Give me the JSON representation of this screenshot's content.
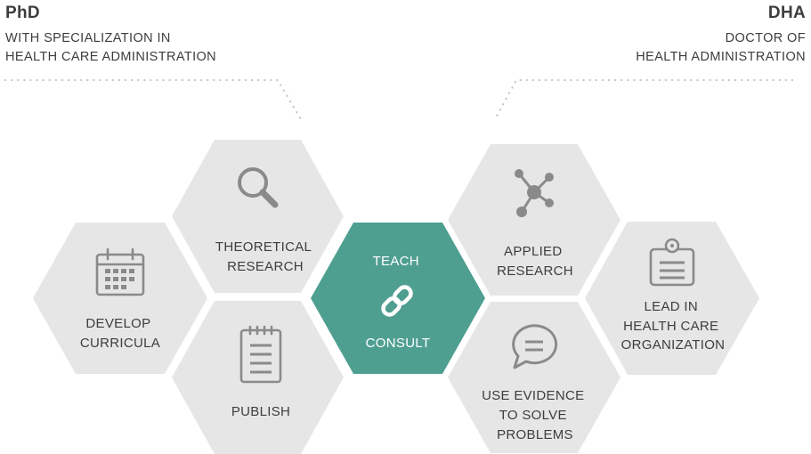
{
  "left_program": {
    "title": "PhD",
    "lines": [
      "WITH SPECIALIZATION IN",
      "HEALTH CARE ADMINISTRATION"
    ]
  },
  "right_program": {
    "title": "DHA",
    "lines": [
      "DOCTOR OF",
      "HEALTH ADMINISTRATION"
    ]
  },
  "colors": {
    "hex_fill": "#e6e6e6",
    "hex_accent": "#4f9f91",
    "icon": "#8a8a8a",
    "text": "#3d3d3d",
    "dots": "#c4c4c4"
  },
  "hexagons": [
    {
      "id": "develop-curricula",
      "icon": "calendar-icon",
      "lines": [
        "DEVELOP",
        "CURRICULA"
      ]
    },
    {
      "id": "theoretical-research",
      "icon": "magnifier-icon",
      "lines": [
        "THEORETICAL",
        "RESEARCH"
      ]
    },
    {
      "id": "publish",
      "icon": "document-icon",
      "lines": [
        "PUBLISH"
      ]
    },
    {
      "id": "teach-consult",
      "icon": "link-icon",
      "top": "TEACH",
      "bottom": "CONSULT"
    },
    {
      "id": "applied-research",
      "icon": "molecule-icon",
      "lines": [
        "APPLIED",
        "RESEARCH"
      ]
    },
    {
      "id": "use-evidence",
      "icon": "speech-bubble-icon",
      "lines": [
        "USE EVIDENCE",
        "TO SOLVE",
        "PROBLEMS"
      ]
    },
    {
      "id": "lead-health-care",
      "icon": "clipboard-icon",
      "lines": [
        "LEAD IN",
        "HEALTH CARE",
        "ORGANIZATION"
      ]
    }
  ]
}
